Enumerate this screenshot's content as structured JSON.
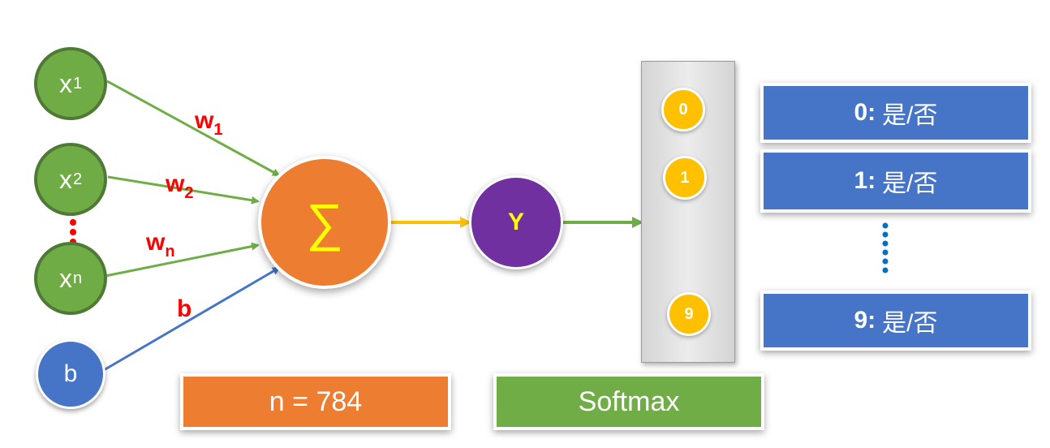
{
  "inputs": {
    "x1": {
      "base": "x",
      "sub": "1"
    },
    "x2": {
      "base": "x",
      "sub": "2"
    },
    "xn": {
      "base": "x",
      "sub": "n"
    },
    "bias": "b"
  },
  "weights": {
    "w1": {
      "base": "w",
      "sub": "1"
    },
    "w2": {
      "base": "w",
      "sub": "2"
    },
    "wn": {
      "base": "w",
      "sub": "n"
    },
    "b": "b"
  },
  "sum_symbol": "∑",
  "output_label": "Y",
  "classes": [
    "0",
    "1",
    "9"
  ],
  "results": [
    {
      "digit": "0:",
      "text": "是/否"
    },
    {
      "digit": "1:",
      "text": "是/否"
    },
    {
      "digit": "9:",
      "text": "是/否"
    }
  ],
  "captions": {
    "n": "n = 784",
    "softmax": "Softmax"
  },
  "colors": {
    "input_green": "#6fac46",
    "bias_blue": "#4674c6",
    "sum_orange": "#ed7d31",
    "output_purple": "#7030a0",
    "class_yellow": "#ffc000",
    "weight_red": "#ff0000",
    "arrow_green": "#70ad47",
    "arrow_yellow": "#ffc000",
    "dots_blue": "#0070c0",
    "dots_darkred": "#c00000"
  }
}
